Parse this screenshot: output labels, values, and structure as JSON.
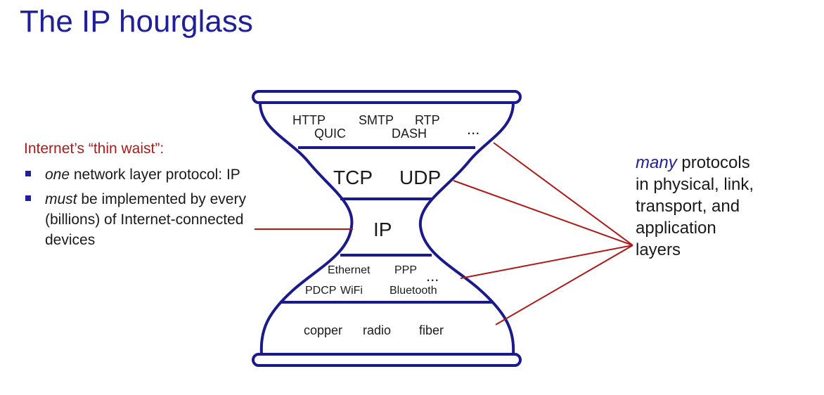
{
  "title": "The IP hourglass",
  "thin_waist": {
    "heading": "Internet’s “thin waist”:",
    "bullet1_em": "one",
    "bullet1_rest": " network layer protocol: IP",
    "bullet2_em": "must",
    "bullet2_rest": " be implemented by every (billions) of Internet-connected devices"
  },
  "many": {
    "em": "many",
    "line1_rest": " protocols",
    "line2": "in physical, link,",
    "line3": "transport, and",
    "line4": "application",
    "line5": "layers"
  },
  "hourglass": {
    "app": [
      "HTTP",
      "SMTP",
      "RTP",
      "QUIC",
      "DASH",
      "..."
    ],
    "transport": [
      "TCP",
      "UDP"
    ],
    "network": "IP",
    "link": [
      "Ethernet",
      "PPP",
      "...",
      "PDCP",
      "WiFi",
      "Bluetooth"
    ],
    "physical": [
      "copper",
      "radio",
      "fiber"
    ]
  },
  "colors": {
    "title": "#1f1f9a",
    "outline": "#1a1a8c",
    "pointer": "#b01818"
  }
}
